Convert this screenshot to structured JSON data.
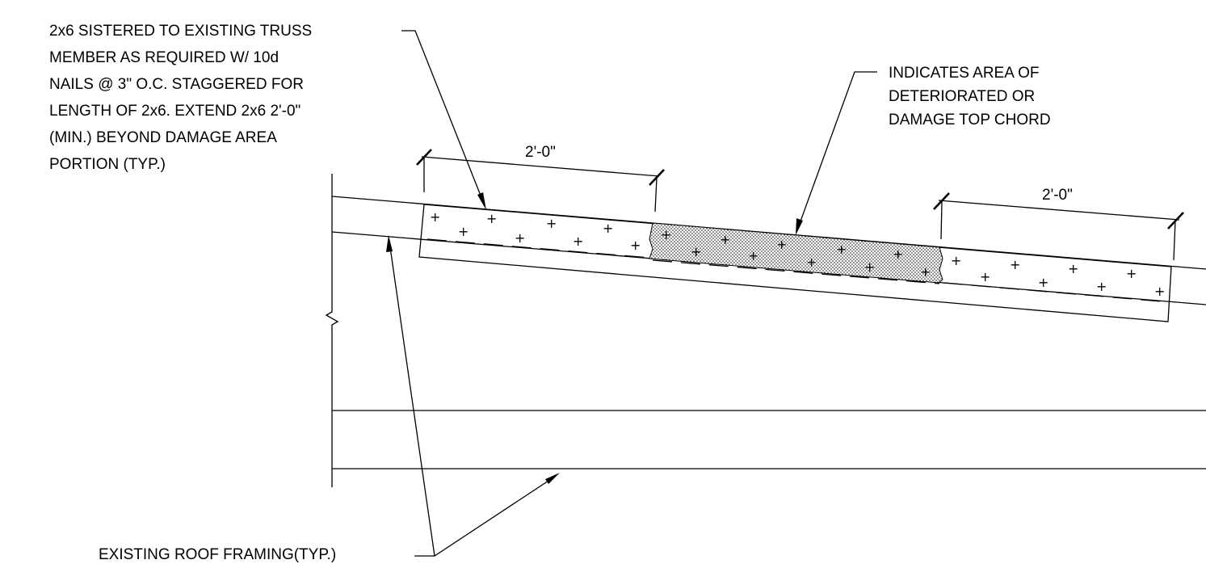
{
  "notes": {
    "sister_note": [
      "2x6 SISTERED TO EXISTING TRUSS",
      "MEMBER AS REQUIRED W/ 10d",
      "NAILS @ 3\" O.C. STAGGERED FOR",
      "LENGTH OF 2x6. EXTEND 2x6 2'-0\"",
      "(MIN.) BEYOND DAMAGE AREA",
      "PORTION (TYP.)"
    ],
    "damage_note": [
      "INDICATES AREA OF",
      "DETERIORATED OR",
      "DAMAGE TOP CHORD"
    ],
    "framing_note": "EXISTING ROOF FRAMING(TYP.)"
  },
  "dimensions": {
    "left": "2'-0\"",
    "right": "2'-0\""
  },
  "colors": {
    "line": "#000000",
    "background": "#ffffff",
    "hatch": "#000000"
  }
}
